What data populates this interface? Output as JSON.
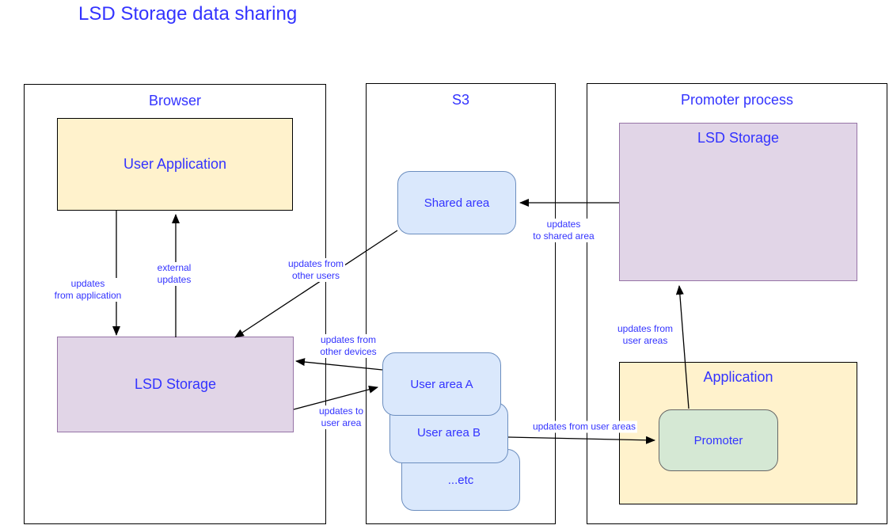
{
  "title": "LSD Storage data sharing",
  "containers": {
    "browser": {
      "label": "Browser"
    },
    "s3": {
      "label": "S3"
    },
    "promoter_process": {
      "label": "Promoter process"
    }
  },
  "nodes": {
    "user_application": {
      "label": "User Application"
    },
    "lsd_storage_browser": {
      "label": "LSD Storage"
    },
    "shared_area": {
      "label": "Shared area"
    },
    "user_area_a": {
      "label": "User area A"
    },
    "user_area_b": {
      "label": "User area B"
    },
    "user_area_etc": {
      "label": "...etc"
    },
    "lsd_storage_promoter": {
      "label": "LSD Storage"
    },
    "application": {
      "label": "Application"
    },
    "promoter": {
      "label": "Promoter"
    }
  },
  "edges": {
    "from_application": {
      "label": "updates\nfrom application"
    },
    "external_updates": {
      "label": "external\nupdates"
    },
    "from_other_users": {
      "label": "updates from\nother users"
    },
    "from_other_devices": {
      "label": "updates from\nother devices"
    },
    "to_user_area": {
      "label": "updates to\nuser area"
    },
    "to_shared_area": {
      "label": "updates\nto shared area"
    },
    "from_user_areas_horizontal": {
      "label": "updates from user areas"
    },
    "from_user_areas_vertical": {
      "label": "updates from\nuser areas"
    }
  },
  "colors": {
    "text_blue": "#3333FF",
    "yellow_fill": "#FFF2CC",
    "purple_fill": "#E1D5E7",
    "purple_border": "#9673A6",
    "blue_fill": "#DAE8FC",
    "blue_border": "#6C8EBF",
    "green_fill": "#D5E8D4",
    "green_border": "#666666",
    "edge_color": "#000000"
  }
}
